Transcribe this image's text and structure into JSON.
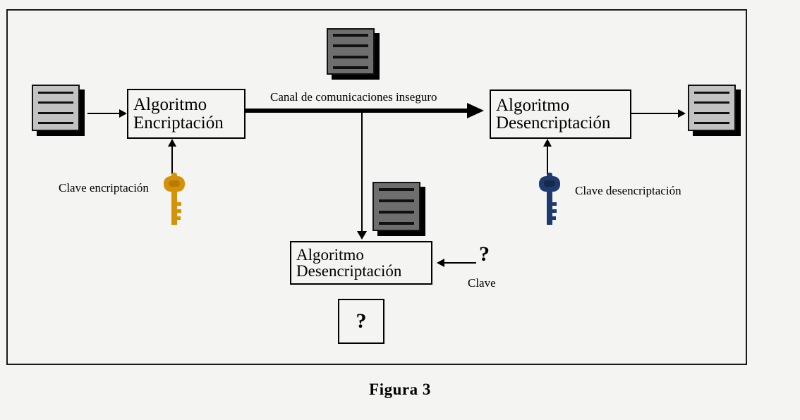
{
  "figure": {
    "caption": "Figura 3"
  },
  "diagram": {
    "channel_label": "Canal de comunicaciones inseguro",
    "boxes": {
      "encrypt": {
        "line1": "Algoritmo",
        "line2": "Encriptación"
      },
      "decrypt_right": {
        "line1": "Algoritmo",
        "line2": "Desencriptación"
      },
      "decrypt_attacker": {
        "line1": "Algoritmo",
        "line2": "Desencriptación"
      },
      "unknown_output": {
        "text": "?"
      }
    },
    "keys": {
      "encryption": {
        "label": "Clave encriptación",
        "color": "#d4920a"
      },
      "decryption": {
        "label": "Clave desencriptación",
        "color": "#1f3a6e"
      },
      "attacker": {
        "symbol": "?",
        "label": "Clave"
      }
    },
    "documents": {
      "plaintext_in": {
        "lines": 4,
        "color": "#c2c2c2"
      },
      "ciphertext_channel": {
        "lines": 4,
        "color": "#6e6e6e"
      },
      "ciphertext_intercepted": {
        "lines": 4,
        "color": "#6e6e6e"
      },
      "plaintext_out": {
        "lines": 4,
        "color": "#c2c2c2"
      }
    }
  }
}
